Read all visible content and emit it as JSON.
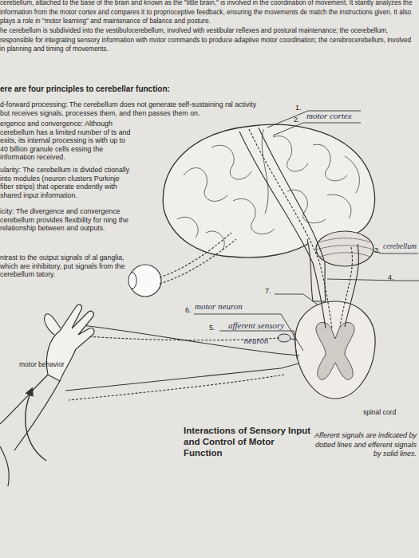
{
  "diagram": {
    "caption": "Interactions of Sensory Input and Control of Motor Function",
    "labels": [
      "cerebellum, attached to the base of the brain and known as the \"little brain,\" is involved in the coordination of movement. It stantly analyzes the information from the motor cortex and compares it to proprioceptive feedback, ensuring the movements de match the instructions given. It also plays a role in \"motor learning\" and maintenance of balance and posture.",
      "he cerebellum is subdivided into the vestibulocerebellum, involved with vestibular reflexes and postural maintenance; the ocerebellum, responsible for integrating sensory information with motor commands to produce adaptive motor coordination; the cerebrocerebellum, involved in planning and timing of movements.",
      "ere are four principles to cerebellar function:",
      "d-forward processing: The cerebellum does not generate self-sustaining ral activity but receives signals, processes them, and then passes them on.",
      "ergence and convergence: Although cerebellum has a limited number of ts and exits, its internal processing is with up to 40 billion granule cells essing the information received.",
      "ularity: The cerebellum is divided ctionally into modules (neuron clusters Purkinje fiber strips) that operate endently with shared input information.",
      "icity: The divergence and convergence cerebellum provides flexibility for ning the relationship between and outputs.",
      "ntrast to the output signals of al ganglia, which are inhibitory, put signals from the cerebellum tatory.",
      "1.",
      "2.",
      "motor cortex",
      "3.",
      "cerebellum",
      "4.",
      "7.",
      "6.",
      "motor neuron",
      "5.",
      "afferent sensory neuron",
      "motor behavior",
      "spinal cord",
      "Afferent signals are indicated by dotted lines and efferent signals by solid lines."
    ]
  }
}
